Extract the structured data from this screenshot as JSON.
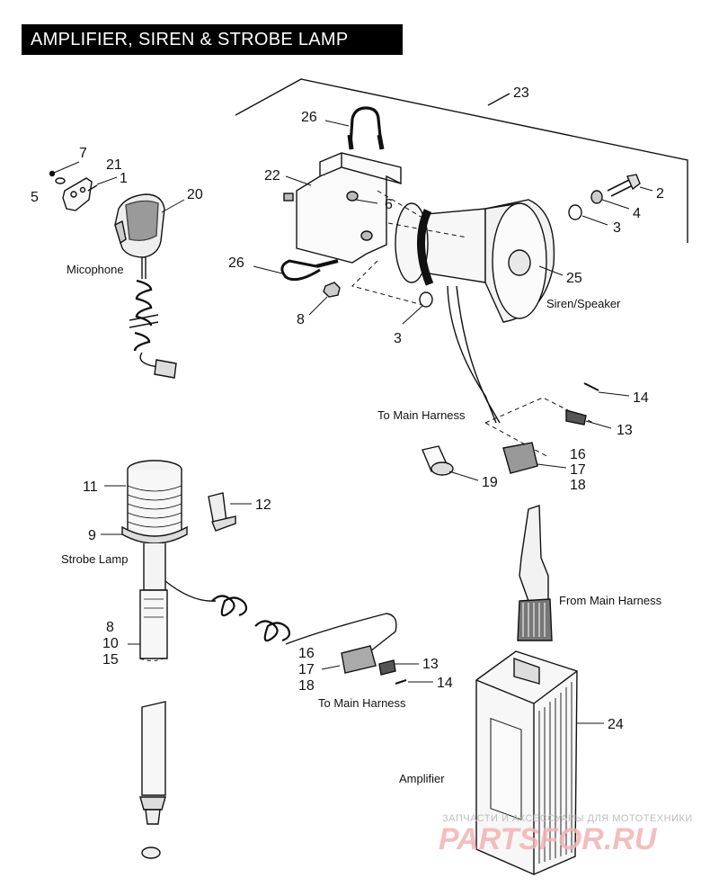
{
  "title": "AMPLIFIER, SIREN & STROBE LAMP",
  "captions": {
    "microphone": "Micophone",
    "siren": "Siren/Speaker",
    "to_main_harness_1": "To Main Harness",
    "strobe": "Strobe Lamp",
    "from_main_harness": "From Main Harness",
    "to_main_harness_2": "To Main Harness",
    "amplifier": "Amplifier"
  },
  "callouts": {
    "n7": "7",
    "n21": "21",
    "n1": "1",
    "n5": "5",
    "n20": "20",
    "n26a": "26",
    "n22": "22",
    "n6": "6",
    "n23": "23",
    "n2": "2",
    "n4": "4",
    "n3a": "3",
    "n25": "25",
    "n26b": "26",
    "n8a": "8",
    "n3b": "3",
    "n14a": "14",
    "n13a": "13",
    "n16a": "16",
    "n17a": "17",
    "n18a": "18",
    "n19": "19",
    "n11": "11",
    "n12": "12",
    "n9": "9",
    "n8b": "8",
    "n10": "10",
    "n15": "15",
    "n16b": "16",
    "n17b": "17",
    "n18b": "18",
    "n13b": "13",
    "n14b": "14",
    "n24": "24"
  },
  "watermark": {
    "top": "ЗАПЧАСТИ И АКСЕССУАРЫ ДЛЯ МОТОТЕХНИКИ",
    "brand": "PARTSFOR.RU"
  }
}
